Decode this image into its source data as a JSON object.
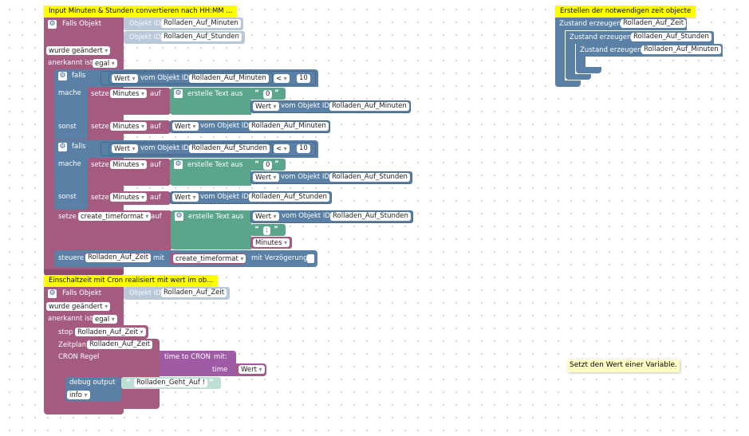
{
  "workspace": {
    "comments": {
      "group1": "Input Minuten & Stunden convertieren nach HH:MM ...",
      "group2": "Einschaltzeit mit Cron realisiert mit wert im ob...",
      "group3": "Erstellen der notwendigen zeit objecte"
    },
    "tooltip": "Setzt den Wert einer Variable.",
    "common": {
      "falls_objekt": "Falls Objekt",
      "objekt_id": "Objekt ID",
      "wurde_geaendert": "wurde geändert",
      "anerkannt_ist": "anerkannt ist",
      "egal": "egal",
      "falls": "falls",
      "mache": "mache",
      "sonst": "sonst",
      "setze": "setze",
      "auf": "auf",
      "wert": "Wert",
      "vom_objekt_id": "vom Objekt ID",
      "lt": "<",
      "erstelle_text_aus": "erstelle Text aus",
      "quote_open": "“",
      "quote_close": "”",
      "gear": "⚙"
    },
    "group1": {
      "obj_minuten": "Rolladen_Auf_Minuten",
      "obj_stunden": "Rolladen_Auf_Stunden",
      "if1_number": "10",
      "if2_number": "10",
      "text_zero": "0",
      "var_minutes": "Minutes",
      "var_create": "create_timeformat",
      "text_colon": ":",
      "steuere": "steuere",
      "steuere_obj": "Rolladen_Auf_Zeit",
      "mit": "mit",
      "mit_verzoegerung": "mit Verzögerung"
    },
    "group2": {
      "obj_zeit": "Rolladen_Auf_Zeit",
      "stop": "stop",
      "zeitplan": "Zeitplan",
      "cron_regel": "CRON Regel",
      "time_to_cron": "time to CRON",
      "mit_label": "mit:",
      "time_label": "time",
      "debug_output": "debug output",
      "debug_text": "Rolladen_Geht_Auf !",
      "info": "info"
    },
    "group3": {
      "zustand_erzeugen": "Zustand erzeugen",
      "obj1": "Rolladen_Auf_Zeit",
      "obj2": "Rolladen_Auf_Stunden",
      "obj3": "Rolladen_Auf_Minuten"
    }
  }
}
